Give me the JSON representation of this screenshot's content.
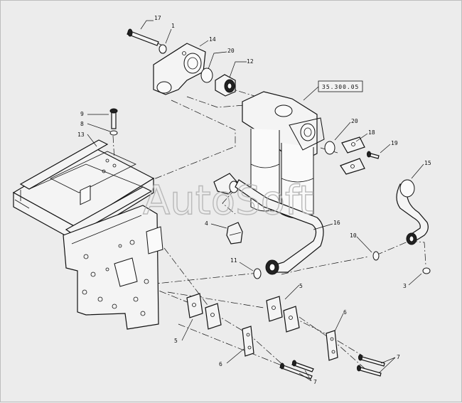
{
  "watermark": "AutoSoft",
  "reference_box": "35.300.05",
  "callouts": {
    "c17": "17",
    "c1": "1",
    "c14": "14",
    "c20a": "20",
    "c12": "12",
    "c9": "9",
    "c8": "8",
    "c13": "13",
    "c20b": "20",
    "c18": "18",
    "c19": "19",
    "c15": "15",
    "c4": "4",
    "c16": "16",
    "c10": "10",
    "c11": "11",
    "c3": "3",
    "c5a": "5",
    "c5b": "5",
    "c6a": "6",
    "c6b": "6",
    "c7a": "7",
    "c7b": "7"
  }
}
